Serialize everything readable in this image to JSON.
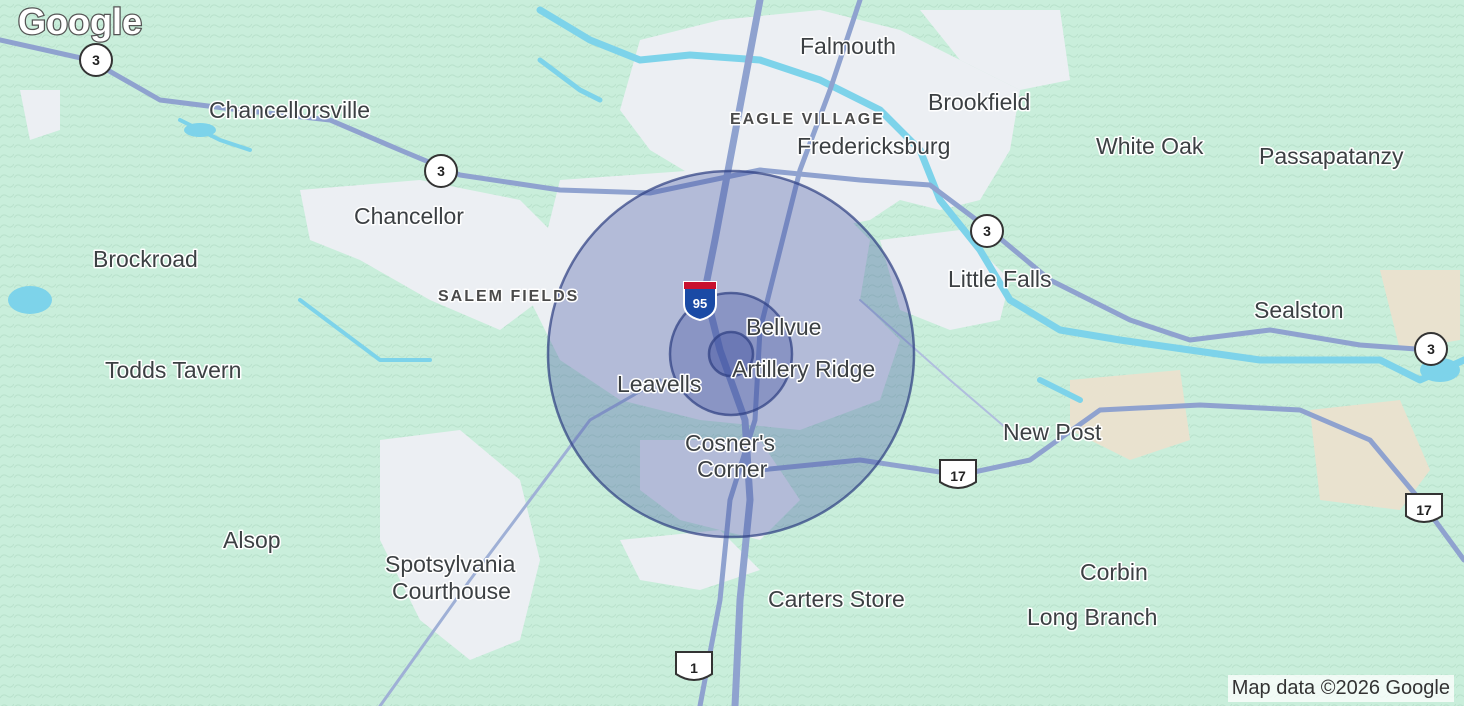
{
  "map": {
    "colors": {
      "land": "#c9eedb",
      "urban": "#eceff3",
      "water": "#7dd3ea",
      "road": "#8fa2cf",
      "radius_fill": "#3f51a0",
      "radius_stroke": "#2c3d80"
    },
    "places": {
      "falmouth": "Falmouth",
      "eagle_village": "EAGLE VILLAGE",
      "brookfield": "Brookfield",
      "fredericksburg": "Fredericksburg",
      "white_oak": "White Oak",
      "passapatanzy": "Passapatanzy",
      "chancellorsville": "Chancellorsville",
      "chancellor": "Chancellor",
      "brockroad": "Brockroad",
      "salem_fields": "SALEM FIELDS",
      "little_falls": "Little Falls",
      "sealston": "Sealston",
      "bellvue": "Bellvue",
      "todds_tavern": "Todds Tavern",
      "leavells": "Leavells",
      "artillery_ridge": "Artillery Ridge",
      "new_post": "New Post",
      "cosners_corner_1": "Cosner's",
      "cosners_corner_2": "Corner",
      "alsop": "Alsop",
      "spotsylvania_courthouse_1": "Spotsylvania",
      "spotsylvania_courthouse_2": "Courthouse",
      "corbin": "Corbin",
      "carters_store": "Carters Store",
      "long_branch": "Long Branch"
    },
    "shields": {
      "route3": "3",
      "interstate95": "95",
      "us17": "17",
      "us1": "1"
    },
    "logo": "Google",
    "attribution": "Map data ©2026 Google"
  }
}
